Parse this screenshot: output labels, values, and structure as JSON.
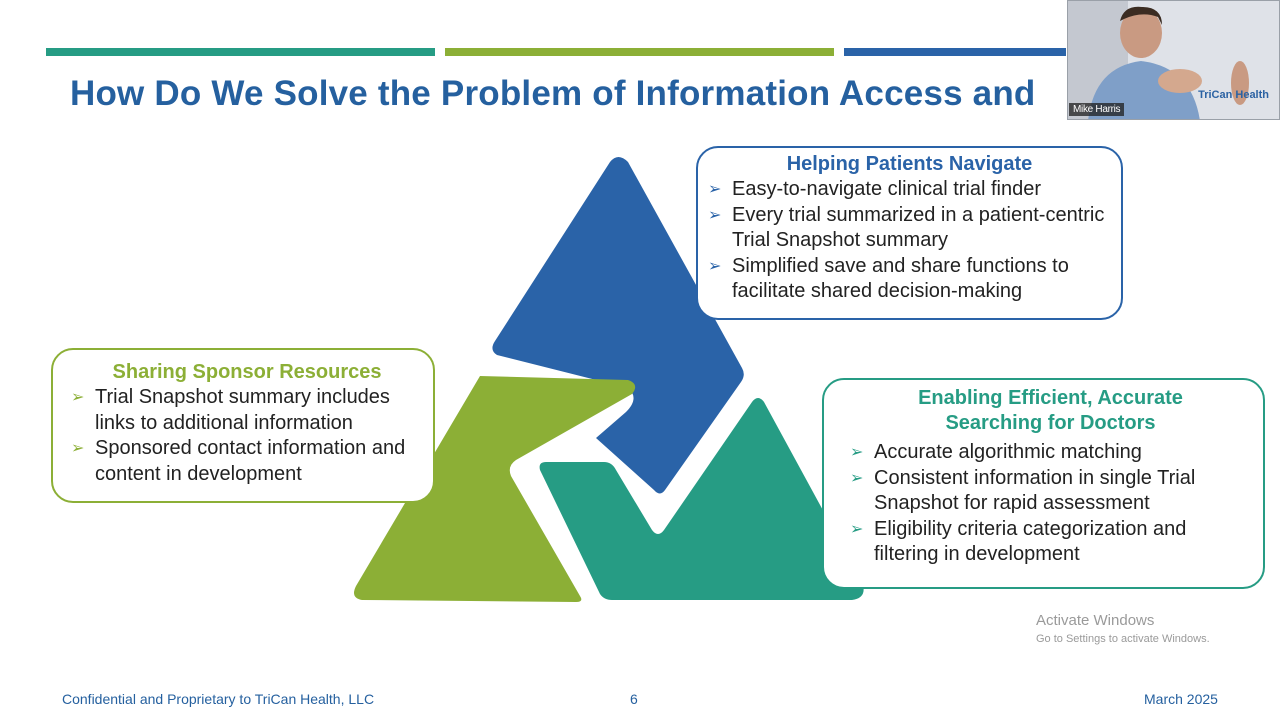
{
  "colors": {
    "blue": "#2a63a8",
    "green": "#8caf36",
    "teal": "#269c84",
    "title": "#25609f",
    "footer": "#25609f"
  },
  "slide": {
    "title": "How Do We Solve the Problem of Information Access and",
    "boxes": {
      "patients": {
        "title": "Helping Patients Navigate",
        "items": [
          "Easy-to-navigate clinical trial finder",
          "Every trial summarized in a patient-centric Trial Snapshot summary",
          "Simplified save and share functions to facilitate shared decision-making"
        ]
      },
      "sponsors": {
        "title": "Sharing Sponsor Resources",
        "items": [
          "Trial Snapshot summary includes links to  additional information",
          "Sponsored contact information and content in development"
        ]
      },
      "doctors": {
        "title": "Enabling Efficient, Accurate Searching for Doctors",
        "items": [
          "Accurate algorithmic matching",
          "Consistent information in single Trial Snapshot for rapid assessment",
          "Eligibility criteria categorization and filtering in development"
        ]
      }
    },
    "bullet_glyph": "➢",
    "footer": {
      "left": "Confidential and Proprietary to TriCan Health, LLC",
      "page": "6",
      "date": "March 2025"
    }
  },
  "webcam": {
    "participant_name": "Mike Harris",
    "logo_fragment": "TriCan Health"
  },
  "watermark": {
    "line1": "Activate Windows",
    "line2": "Go to Settings to activate Windows."
  }
}
